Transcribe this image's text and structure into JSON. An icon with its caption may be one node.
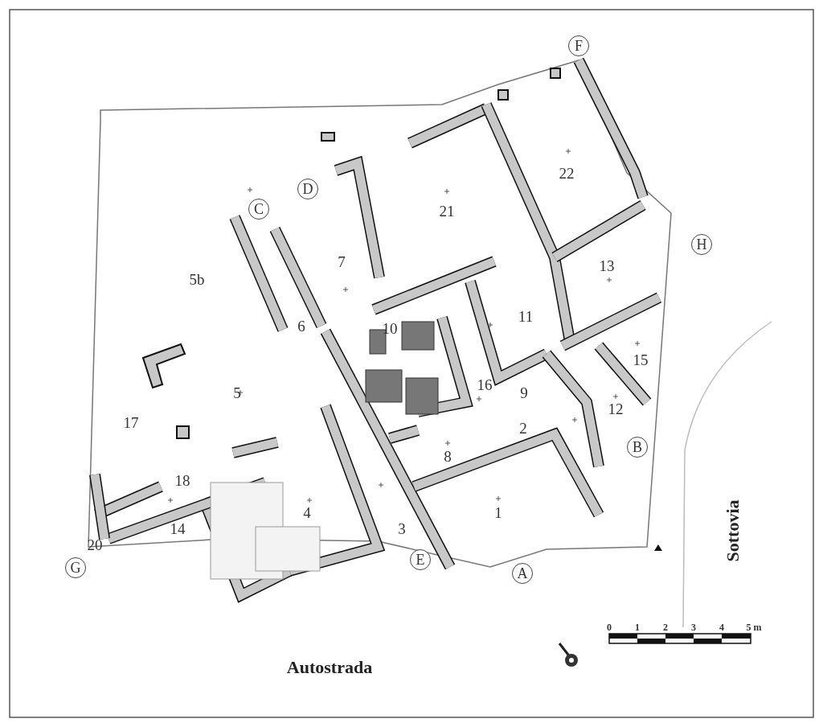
{
  "diagram": {
    "labels": [
      "F",
      "22",
      "21",
      "D",
      "C",
      "7",
      "5b",
      "13",
      "H",
      "11",
      "6",
      "10",
      "15",
      "5",
      "16",
      "9",
      "12",
      "17",
      "2",
      "8",
      "B",
      "18",
      "4",
      "3",
      "1",
      "14",
      "20",
      "G",
      "E",
      "A",
      "Sottovia",
      "Autostrada",
      "0",
      "1",
      "2",
      "3",
      "4",
      "5 m"
    ]
  }
}
